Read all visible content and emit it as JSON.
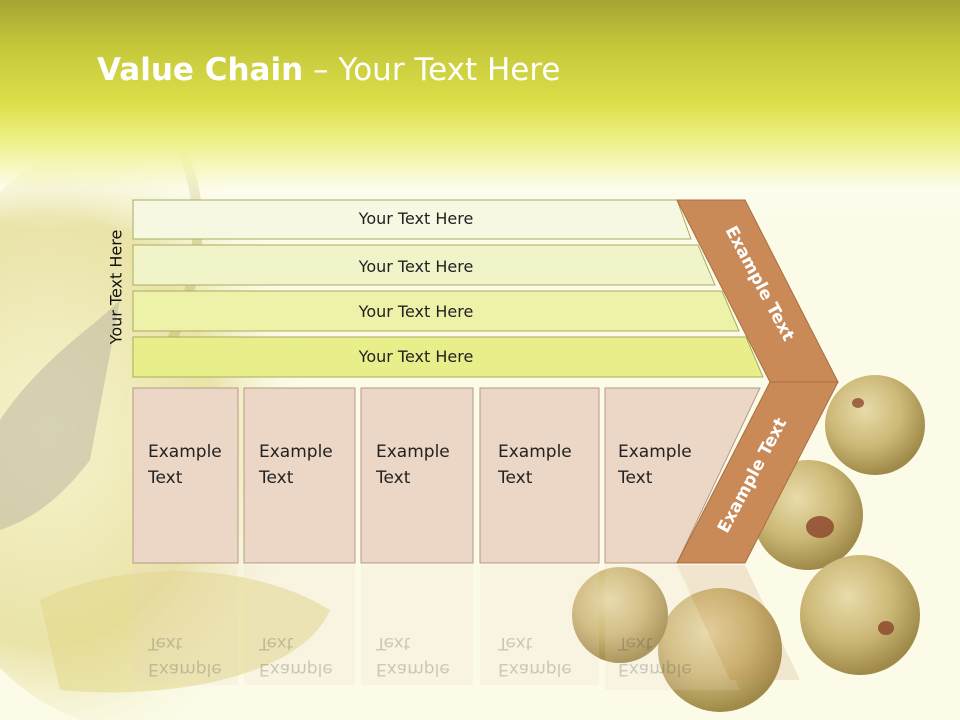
{
  "title": {
    "bold": "Value Chain",
    "rest": " – Your Text Here"
  },
  "side_label": "Your Text Here",
  "rows": [
    {
      "label": "Your Text Here",
      "color": "#f6f8e2"
    },
    {
      "label": "Your Text Here",
      "color": "#f1f4c8"
    },
    {
      "label": "Your Text Here",
      "color": "#eef1a8"
    },
    {
      "label": "Your Text Here",
      "color": "#e7ee8a"
    }
  ],
  "columns": [
    {
      "line1": "Example",
      "line2": "Text"
    },
    {
      "line1": "Example",
      "line2": "Text"
    },
    {
      "line1": "Example",
      "line2": "Text"
    },
    {
      "line1": "Example",
      "line2": "Text"
    },
    {
      "line1": "Example",
      "line2": "Text"
    }
  ],
  "arrow": {
    "upper_label": "Example Text",
    "lower_label": "Example Text",
    "color": "#c98a58"
  },
  "column_color": "#ecd7c6"
}
